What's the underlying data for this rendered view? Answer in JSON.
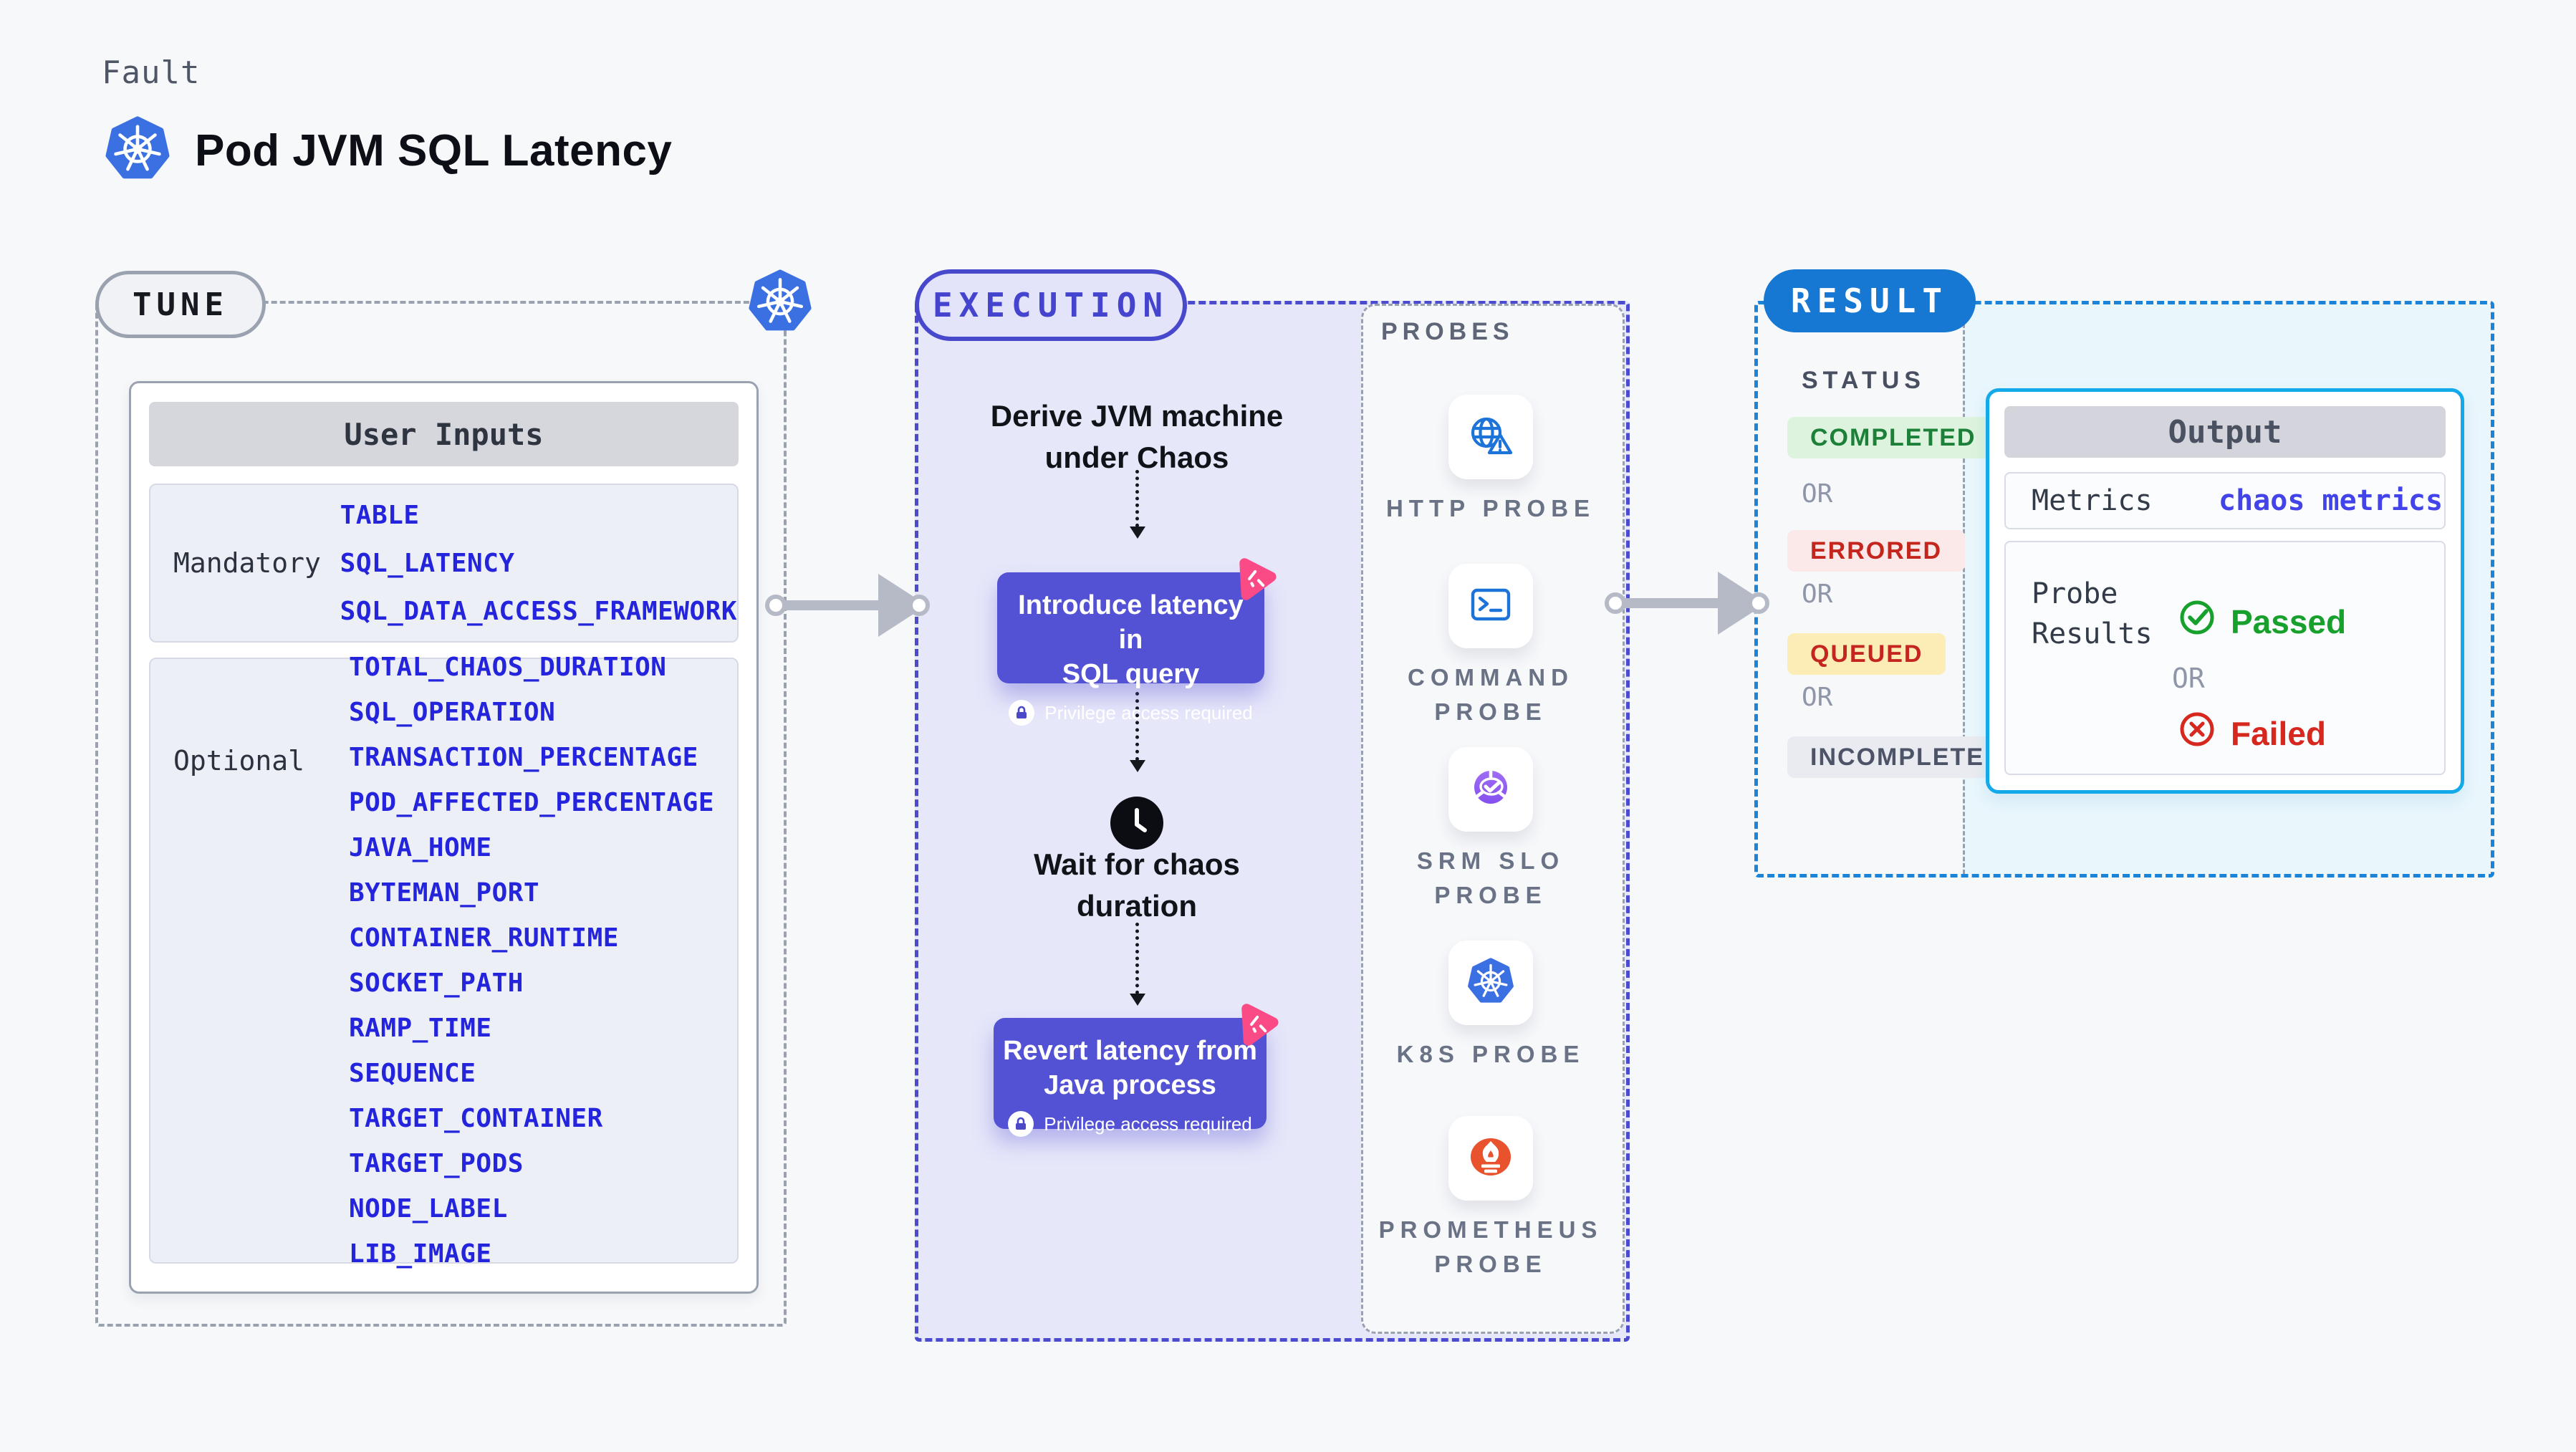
{
  "page": {
    "kicker": "Fault",
    "title": "Pod JVM SQL Latency"
  },
  "tune": {
    "pill": "TUNE",
    "header": "User Inputs",
    "mandatory": {
      "label": "Mandatory",
      "items": [
        "TABLE",
        "SQL_LATENCY",
        "SQL_DATA_ACCESS_FRAMEWORK"
      ]
    },
    "optional": {
      "label": "Optional",
      "items": [
        "TOTAL_CHAOS_DURATION",
        "SQL_OPERATION",
        "TRANSACTION_PERCENTAGE",
        "POD_AFFECTED_PERCENTAGE",
        "JAVA_HOME",
        "BYTEMAN_PORT",
        "CONTAINER_RUNTIME",
        "SOCKET_PATH",
        "RAMP_TIME",
        "SEQUENCE",
        "TARGET_CONTAINER",
        "TARGET_PODS",
        "NODE_LABEL",
        "LIB_IMAGE"
      ]
    }
  },
  "execution": {
    "pill": "EXECUTION",
    "derive": [
      "Derive JVM machine",
      "under Chaos"
    ],
    "inject": [
      "Introduce latency in",
      "SQL query"
    ],
    "wait": [
      "Wait for chaos",
      "duration"
    ],
    "revert": [
      "Revert latency from",
      "Java process"
    ],
    "privilege_label": "Privilege access required"
  },
  "probes": {
    "label": "PROBES",
    "items": [
      {
        "icon": "globe-alert-icon",
        "lines": [
          "HTTP PROBE"
        ]
      },
      {
        "icon": "terminal-icon",
        "lines": [
          "COMMAND",
          "PROBE"
        ]
      },
      {
        "icon": "slo-check-icon",
        "lines": [
          "SRM SLO",
          "PROBE"
        ]
      },
      {
        "icon": "kubernetes-icon",
        "lines": [
          "K8S PROBE"
        ]
      },
      {
        "icon": "prometheus-icon",
        "lines": [
          "PROMETHEUS",
          "PROBE"
        ]
      }
    ]
  },
  "result": {
    "pill": "RESULT",
    "status_heading": "STATUS",
    "or_label": "OR",
    "statuses": [
      {
        "label": "COMPLETED"
      },
      {
        "label": "ERRORED"
      },
      {
        "label": "QUEUED"
      },
      {
        "label": "INCOMPLETED"
      }
    ],
    "output": {
      "header": "Output",
      "metrics_label": "Metrics",
      "metrics_value": "chaos metrics",
      "probe_results_label": "Probe Results",
      "passed": "Passed",
      "failed": "Failed"
    }
  },
  "colors": {
    "page_bg": "#f7f8fa",
    "accent_indigo": "#5351d4",
    "execution_bg": "#e7e7fa",
    "result_dash_blue": "#1b84d8",
    "result_pill_blue": "#1678d2",
    "output_border_cyan": "#14a9e8",
    "output_area_cyan": "#e9f6fc",
    "env_var_blue": "#2424dd",
    "metrics_link_indigo": "#4343ea",
    "passed_green": "#17a12c",
    "failed_red": "#d6281e",
    "completed_green": "#1d8038",
    "errored_red": "#c4261d",
    "queued_bg_yellow": "#fcecb5",
    "chaos_pink": "#fa4b86",
    "kubernetes_blue": "#3b70e3",
    "prometheus_orange": "#e8522c",
    "probe_icon_blue": "#1d74d8"
  }
}
